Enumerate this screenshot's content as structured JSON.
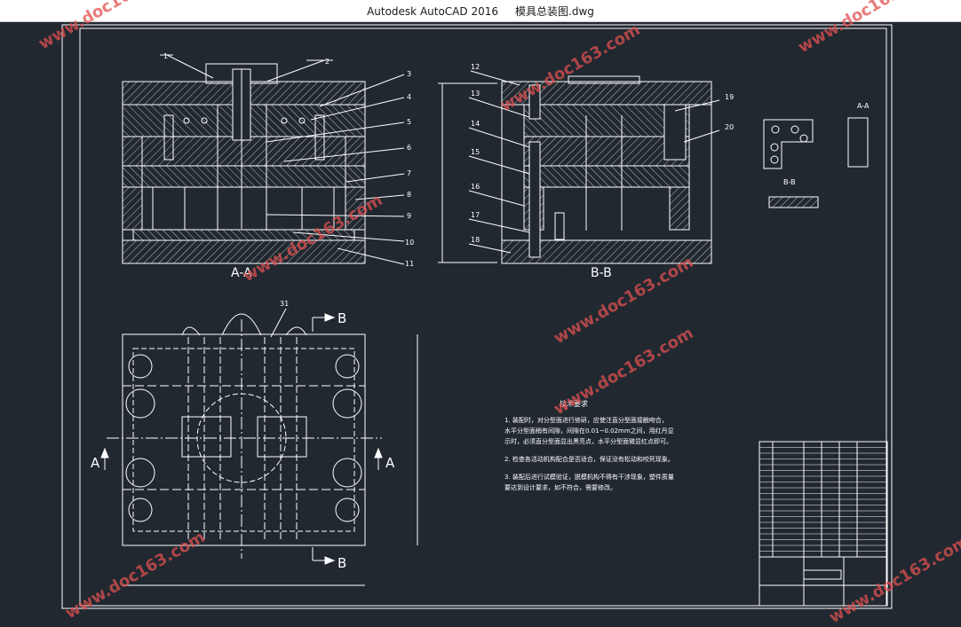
{
  "window": {
    "title": "Autodesk AutoCAD 2016     模具总装图.dwg"
  },
  "drawing": {
    "section_labels": {
      "aa": "A-A",
      "bb": "B-B"
    },
    "view_markers": {
      "a": "A",
      "b": "B"
    },
    "part_numbers_aa": [
      "1",
      "2",
      "3",
      "4",
      "5",
      "6",
      "7",
      "8",
      "9",
      "10",
      "11"
    ],
    "part_numbers_bb": [
      "12",
      "13",
      "14",
      "15",
      "16",
      "17",
      "18",
      "19",
      "20"
    ],
    "part_number_top": "31",
    "detail_labels": {
      "aa": "A-A",
      "bb": "B-B"
    },
    "tech_title": "技术要求",
    "tech_notes": [
      "1. 装配时，对分型面进行修研，应使注直分型面接触吻合，",
      "   水平分型面稍有间隙，间隙在0.01~0.02mm之间，用红丹显",
      "   示时，必须直分型面显出黑亮点，水平分型面微显红点即可。",
      "2. 检查各活动机构配合是否适合，保证没有松动和咬死现象。",
      "3. 装配后进行试模验证，脱模机构不得有干涉现象，塑件质量",
      "   要达到设计要求，如不符合，需要修改。"
    ]
  },
  "watermarks": [
    "www.doc163.com",
    "www.doc163.com",
    "www.doc163.com",
    "www.doc163.com",
    "www.doc163.com",
    "www.doc163.com",
    "www.doc163.com",
    "www.doc163.com"
  ],
  "colors": {
    "background": "#212830",
    "lines": "#ffffff",
    "watermark": "#e05050"
  }
}
